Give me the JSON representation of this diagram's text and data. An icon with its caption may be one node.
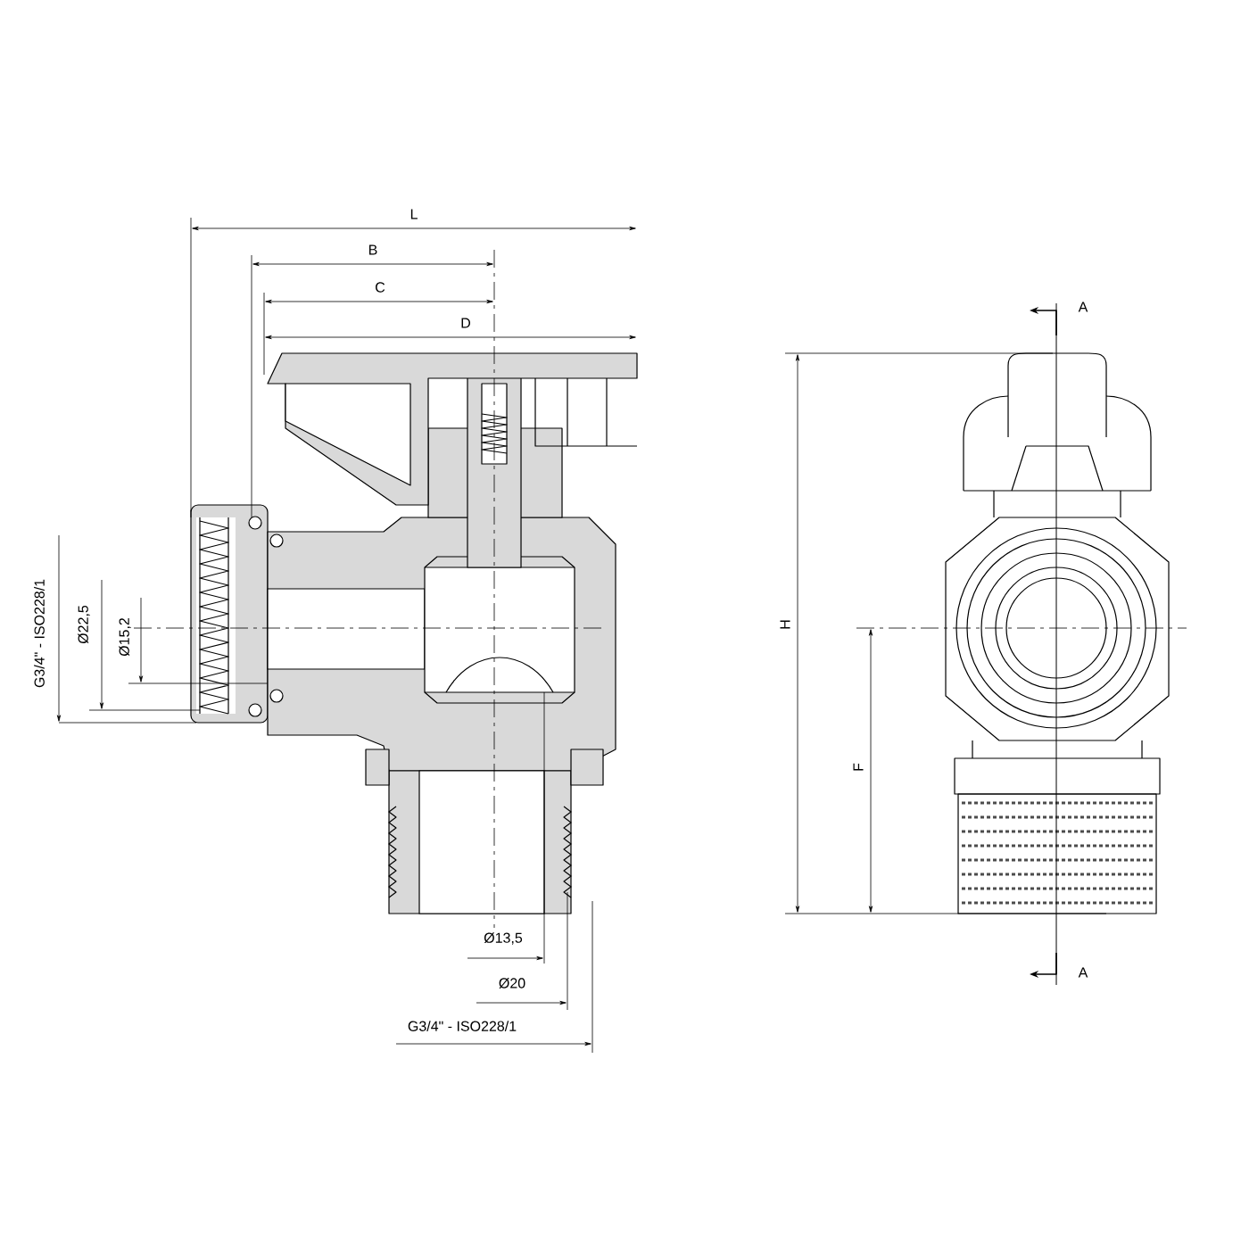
{
  "diagram": {
    "labels": [
      "L",
      "B",
      "C",
      "D",
      "A",
      "G3/4\" - ISO228/1",
      "Ø22,5",
      "Ø15,2",
      "H",
      "F",
      "Ø13,5",
      "Ø20",
      "G3/4\" - ISO228/1",
      "A"
    ]
  }
}
